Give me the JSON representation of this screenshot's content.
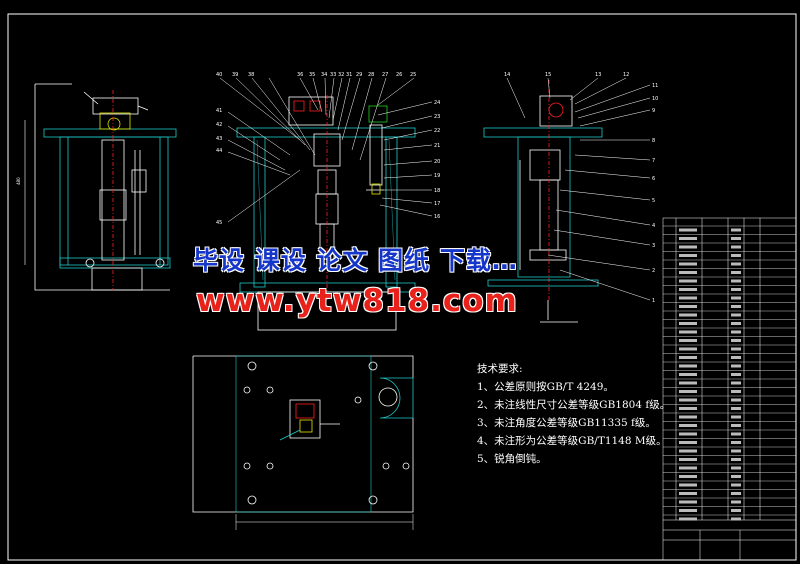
{
  "watermark": {
    "line1": "毕设 课设 论文 图纸 下载…",
    "line2": "www.ytw818.com"
  },
  "technical_requirements": {
    "heading": "技术要求:",
    "items": [
      "1、公差原则按GB/T 4249。",
      "2、未注线性尺寸公差等级GB1804 f级。",
      "3、未注角度公差等级GB11335 f级。",
      "4、未注形为公差等级GB/T1148 M级。",
      "5、锐角倒钝。"
    ]
  },
  "balloon_numbers": {
    "front_top": [
      "40",
      "39",
      "38",
      "36",
      "35",
      "34",
      "33",
      "32",
      "31",
      "29",
      "28",
      "27",
      "26",
      "25"
    ],
    "front_left": [
      "41",
      "42",
      "43",
      "44",
      "45"
    ],
    "front_right": [
      "24",
      "23",
      "22",
      "21",
      "20",
      "19",
      "18",
      "17",
      "16"
    ],
    "side_top": [
      "14",
      "15",
      "13",
      "12"
    ],
    "side_right": [
      "11",
      "10",
      "9",
      "8",
      "7",
      "6",
      "5",
      "4",
      "3",
      "2",
      "1"
    ]
  },
  "colors": {
    "background": "#000000",
    "frame": "#ffffff",
    "part": "#20c8c8",
    "dim": "#ffffff",
    "accent_yellow": "#e6e600",
    "accent_red": "#ff2020",
    "accent_green": "#20d020",
    "watermark_blue": "#1536c8",
    "watermark_red": "#e8221b"
  }
}
